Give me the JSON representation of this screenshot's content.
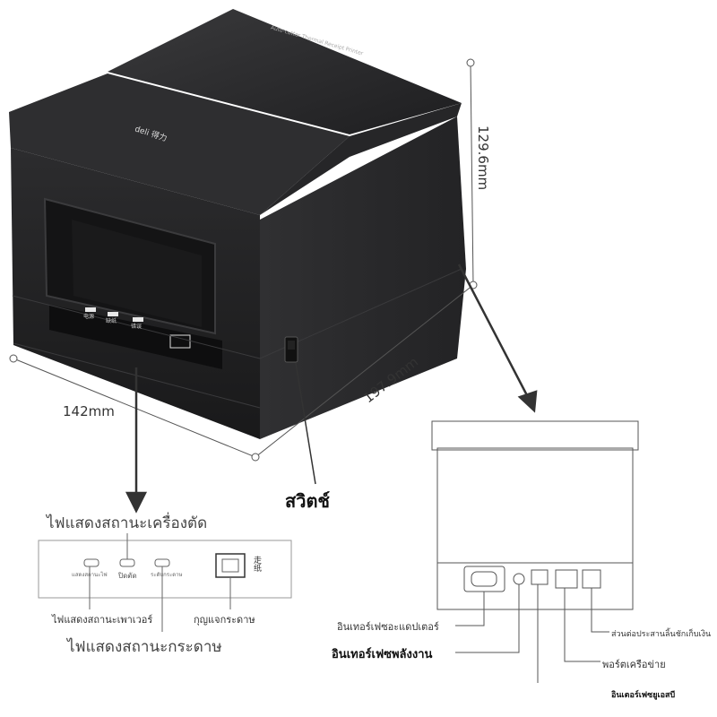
{
  "dimensions": {
    "height": "129.6mm",
    "depth": "197.9mm",
    "width": "142mm"
  },
  "switch_label": "สวิตช์",
  "front_panel": {
    "title": "ไฟแสดงสถานะเครื่องตัด",
    "led1_caption": "แสดงสถานะไฟ",
    "led2_caption": "ปิดตัด",
    "led3_caption": "ระดับกระดาษ",
    "feed_key_caption": "走纸",
    "power_led": "ไฟแสดงสถานะเพาเวอร์",
    "feed_key": "กุญแจกระดาษ",
    "paper_led": "ไฟแสดงสถานะกระดาษ"
  },
  "printer_face": {
    "brand": "deli 得力",
    "top_text": "Auto-cutter Thermal Receipt Printer",
    "btn1": "电源",
    "btn2": "缺纸",
    "btn3": "错误"
  },
  "rear_panel": {
    "adapter": "อินเทอร์เฟซอะแดปเตอร์",
    "power": "อินเทอร์เฟซพลังงาน",
    "cash_drawer": "ส่วนต่อประสานลิ้นชักเก็บเงิน",
    "network": "พอร์ตเครือข่าย",
    "usb": "อินเตอร์เฟซยูเอสบี"
  }
}
